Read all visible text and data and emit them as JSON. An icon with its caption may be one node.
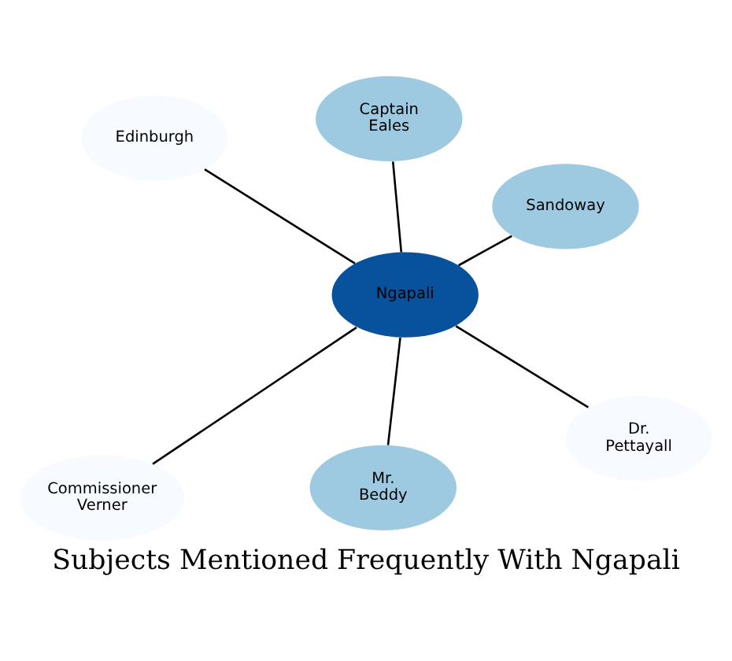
{
  "diagram": {
    "title": "Subjects Mentioned Frequently With Ngapali",
    "nodes": [
      {
        "text": [
          "Ngapali"
        ]
      },
      {
        "text": [
          "Dr. Pettayall"
        ]
      },
      {
        "text": [
          "Mr. Beddy"
        ]
      },
      {
        "text": [
          "Edinburgh"
        ]
      },
      {
        "text": [
          "Sandoway"
        ]
      },
      {
        "text": [
          "Captain Eales"
        ]
      },
      {
        "text": [
          "Commissioner Verner"
        ]
      }
    ],
    "edges": [
      {
        "from": 0,
        "to": 1,
        "arrow": "none"
      },
      {
        "from": 0,
        "to": 2,
        "arrow": "none"
      },
      {
        "from": 0,
        "to": 3,
        "arrow": "none"
      },
      {
        "from": 0,
        "to": 4,
        "arrow": "none"
      },
      {
        "from": 0,
        "to": 5,
        "arrow": "none"
      },
      {
        "from": 0,
        "to": 6,
        "arrow": "none"
      }
    ]
  }
}
